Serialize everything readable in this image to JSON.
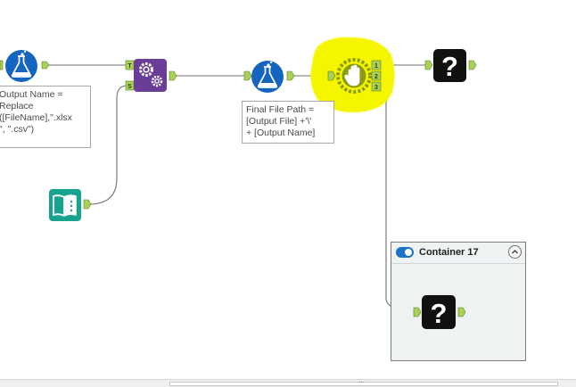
{
  "canvas": {
    "annotations": {
      "formula_1": "Output Name =\nReplace\n([FileName],\".xlsx\n\", \".csv\")",
      "formula_2": "Final File Path =\n[Output File] +'\\'\n+ [Output Name]"
    },
    "anchors": {
      "t_label": "T",
      "s_label": "S",
      "out_1": "1",
      "out_2": "2",
      "out_3": "3"
    },
    "unknown_tool_glyph": "?"
  },
  "container": {
    "title": "Container 17",
    "enabled": true,
    "collapse_glyph": "⌃"
  },
  "colors": {
    "formula_blue": "#1565c0",
    "macro_purple": "#6a3d96",
    "input_teal": "#17a38e",
    "highlight_yellow": "#f5f500",
    "block_until_done_olive": "#8a9b10",
    "anchor_green": "#a9d15a",
    "connector_gray": "#6f6f6f"
  },
  "icons": [
    "formula-flask-icon",
    "batch-macro-gear-icon",
    "directory-book-icon",
    "block-until-done-hand-icon",
    "unknown-tool-question-icon"
  ]
}
